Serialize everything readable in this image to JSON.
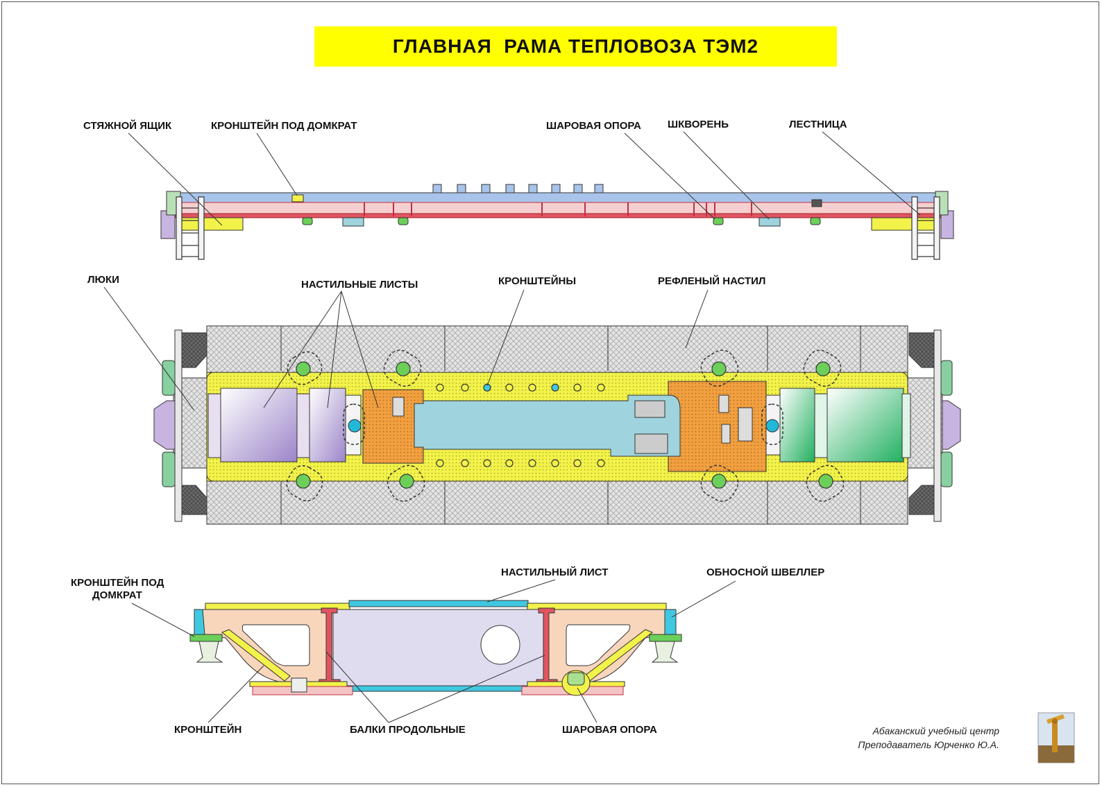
{
  "title": "ГЛАВНАЯ  РАМА ТЕПЛОВОЗА ТЭМ2",
  "labels": {
    "side": {
      "tie_box": "СТЯЖНОЙ ЯЩИК",
      "jack_bracket": "КРОНШТЕЙН ПОД ДОМКРАТ",
      "ball_support": "ШАРОВАЯ ОПОРА",
      "kingpin": "ШКВОРЕНЬ",
      "ladder": "ЛЕСТНИЦА"
    },
    "plan": {
      "hatches": "ЛЮКИ",
      "floor_sheets": "НАСТИЛЬНЫЕ ЛИСТЫ",
      "brackets": "КРОНШТЕЙНЫ",
      "ribbed_floor": "РЕФЛЕНЫЙ НАСТИЛ"
    },
    "section": {
      "jack_bracket_line1": "КРОНШТЕЙН ПОД",
      "jack_bracket_line2": "ДОМКРАТ",
      "floor_sheet": "НАСТИЛЬНЫЙ ЛИСТ",
      "side_channel": "ОБНОСНОЙ ШВЕЛЛЕР",
      "bracket": "КРОНШТЕЙН",
      "longitudinal_beams": "БАЛКИ ПРОДОЛЬНЫЕ",
      "ball_support": "ШАРОВАЯ ОПОРА"
    }
  },
  "credit": {
    "line1": "Абаканский учебный центр",
    "line2": "Преподаватель Юрченко Ю.А."
  },
  "colors": {
    "title_bg": "#ffff00",
    "deck_blue": "#a9c4ea",
    "frame_pink": "#f4c4c4",
    "frame_red": "#e0555f",
    "yellow": "#f2f24a",
    "orange": "#f0a040",
    "light_blue": "#9fd3de",
    "green": "#6ccf5a",
    "violet": "#c8b4e0",
    "grid_grey": "#dcdcdc",
    "dark_grey": "#555555",
    "peach": "#f8d6bc",
    "lavender": "#e0dcf0"
  },
  "icons": [
    "monument-logo-icon"
  ]
}
